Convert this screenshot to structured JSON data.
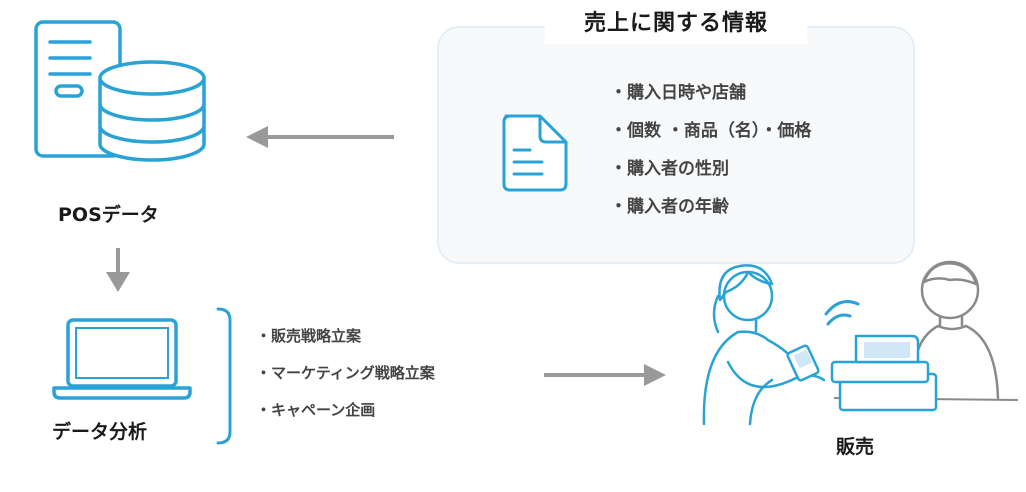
{
  "info_box": {
    "title": "売上に関する情報",
    "items": [
      "・購入日時や店舗",
      "・個数 ・商品（名）・価格",
      "・購入者の性別",
      "・購入者の年齢"
    ]
  },
  "pos_data": {
    "label": "POSデータ"
  },
  "analysis": {
    "label": "データ分析",
    "uses": [
      "・販売戦略立案",
      "・マーケティング戦略立案",
      "・キャペーン企画"
    ]
  },
  "sales": {
    "label": "販売"
  },
  "colors": {
    "accent": "#29a3d6",
    "arrow": "#999999",
    "panel_fill": "#f7f9fb",
    "panel_border": "#e2eef8",
    "line_gray": "#8a8a8a",
    "screen_fill": "#cfe7f7"
  }
}
